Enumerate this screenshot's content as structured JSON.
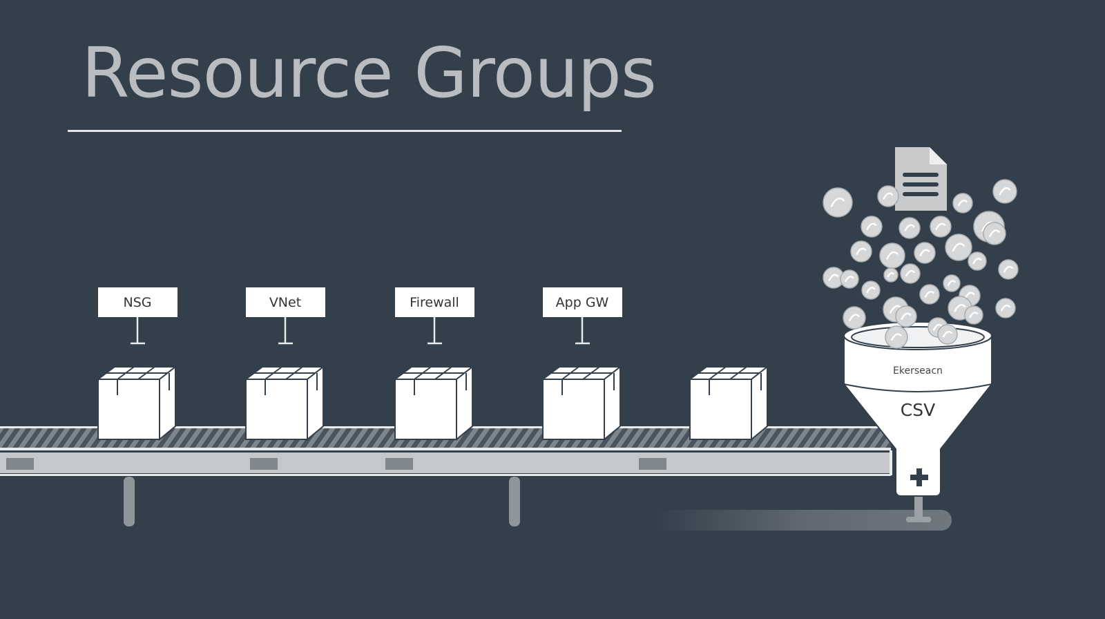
{
  "title": "Resource Groups",
  "labels": [
    "NSG",
    "VNet",
    "Firewall",
    "App GW"
  ],
  "funnel": {
    "band_text": "Ekerseacn",
    "cone_text": "CSV"
  },
  "colors": {
    "background": "#333f4b",
    "box": "#ffffff",
    "belt_stripe": "#737c85",
    "rail": "#c5c8ca"
  }
}
